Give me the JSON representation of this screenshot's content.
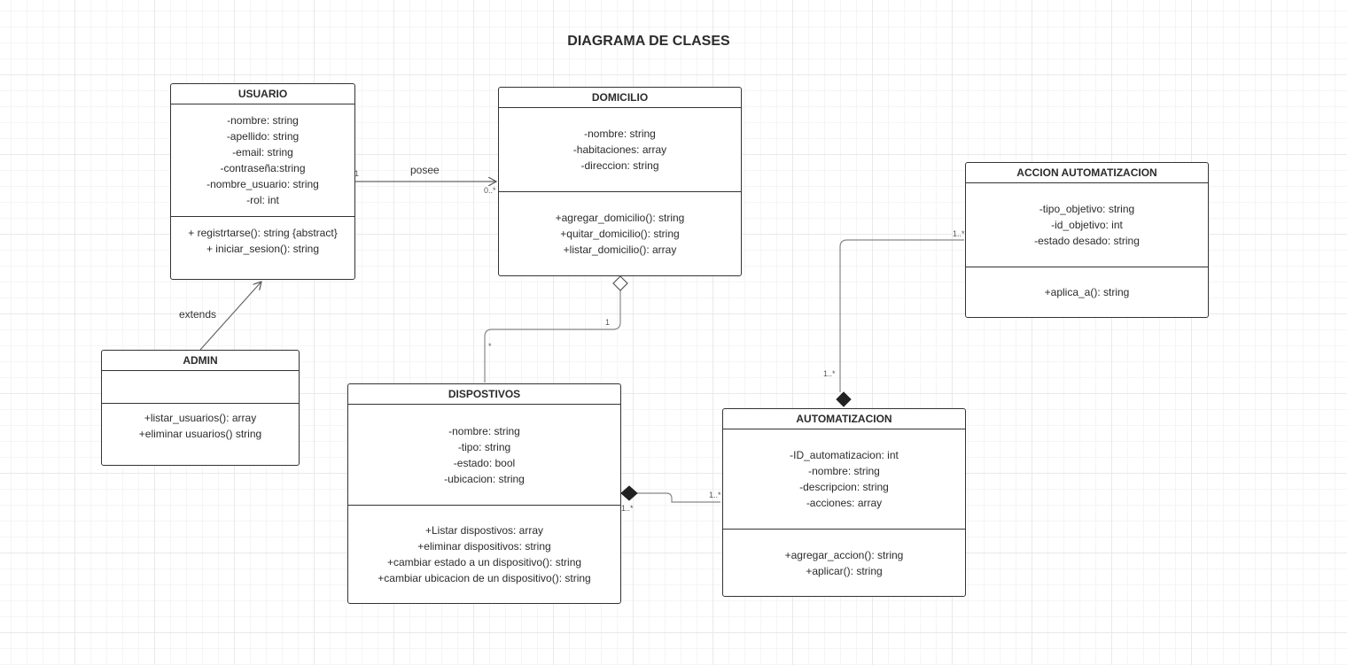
{
  "title": "DIAGRAMA DE CLASES",
  "classes": {
    "usuario": {
      "name": "USUARIO",
      "attributes": [
        "-nombre: string",
        "-apellido: string",
        "-email: string",
        "-contraseña:string",
        "-nombre_usuario: string",
        "-rol: int"
      ],
      "methods": [
        "+ registrtarse(): string {abstract}",
        "+ iniciar_sesion(): string"
      ]
    },
    "domicilio": {
      "name": "DOMICILIO",
      "attributes": [
        "-nombre: string",
        "-habitaciones: array",
        "-direccion: string"
      ],
      "methods": [
        "+agregar_domicilio(): string",
        "+quitar_domicilio(): string",
        "+listar_domicilio(): array"
      ]
    },
    "accion": {
      "name": "ACCION AUTOMATIZACION",
      "attributes": [
        "-tipo_objetivo: string",
        "-id_objetivo: int",
        "-estado desado: string"
      ],
      "methods": [
        "+aplica_a(): string"
      ]
    },
    "admin": {
      "name": "ADMIN",
      "attributes": [],
      "methods": [
        "+listar_usuarios(): array",
        "+eliminar usuarios() string"
      ]
    },
    "dispositivos": {
      "name": "DISPOSTIVOS",
      "attributes": [
        "-nombre: string",
        "-tipo: string",
        "-estado: bool",
        "-ubicacion: string"
      ],
      "methods": [
        "+Listar dispostivos: array",
        "+eliminar dispositivos: string",
        "+cambiar estado a un dispositivo(): string",
        "+cambiar ubicacion de un dispositivo(): string"
      ]
    },
    "automatizacion": {
      "name": "AUTOMATIZACION",
      "attributes": [
        "-ID_automatizacion: int",
        "-nombre: string",
        "-descripcion: string",
        "-acciones: array"
      ],
      "methods": [
        "+agregar_accion(): string",
        "+aplicar(): string"
      ]
    }
  },
  "relations": {
    "usuario_domicilio": {
      "label": "posee",
      "source_mult": "1",
      "target_mult": "0..*"
    },
    "admin_usuario": {
      "label": "extends"
    },
    "domicilio_dispositivos": {
      "whole_mult": "1",
      "part_mult": "*"
    },
    "accion_automatizacion": {
      "source_mult": "1..*",
      "target_mult": "1..*"
    },
    "dispositivos_automatizacion": {
      "source_mult": "1..*",
      "target_mult": "1..*"
    }
  }
}
